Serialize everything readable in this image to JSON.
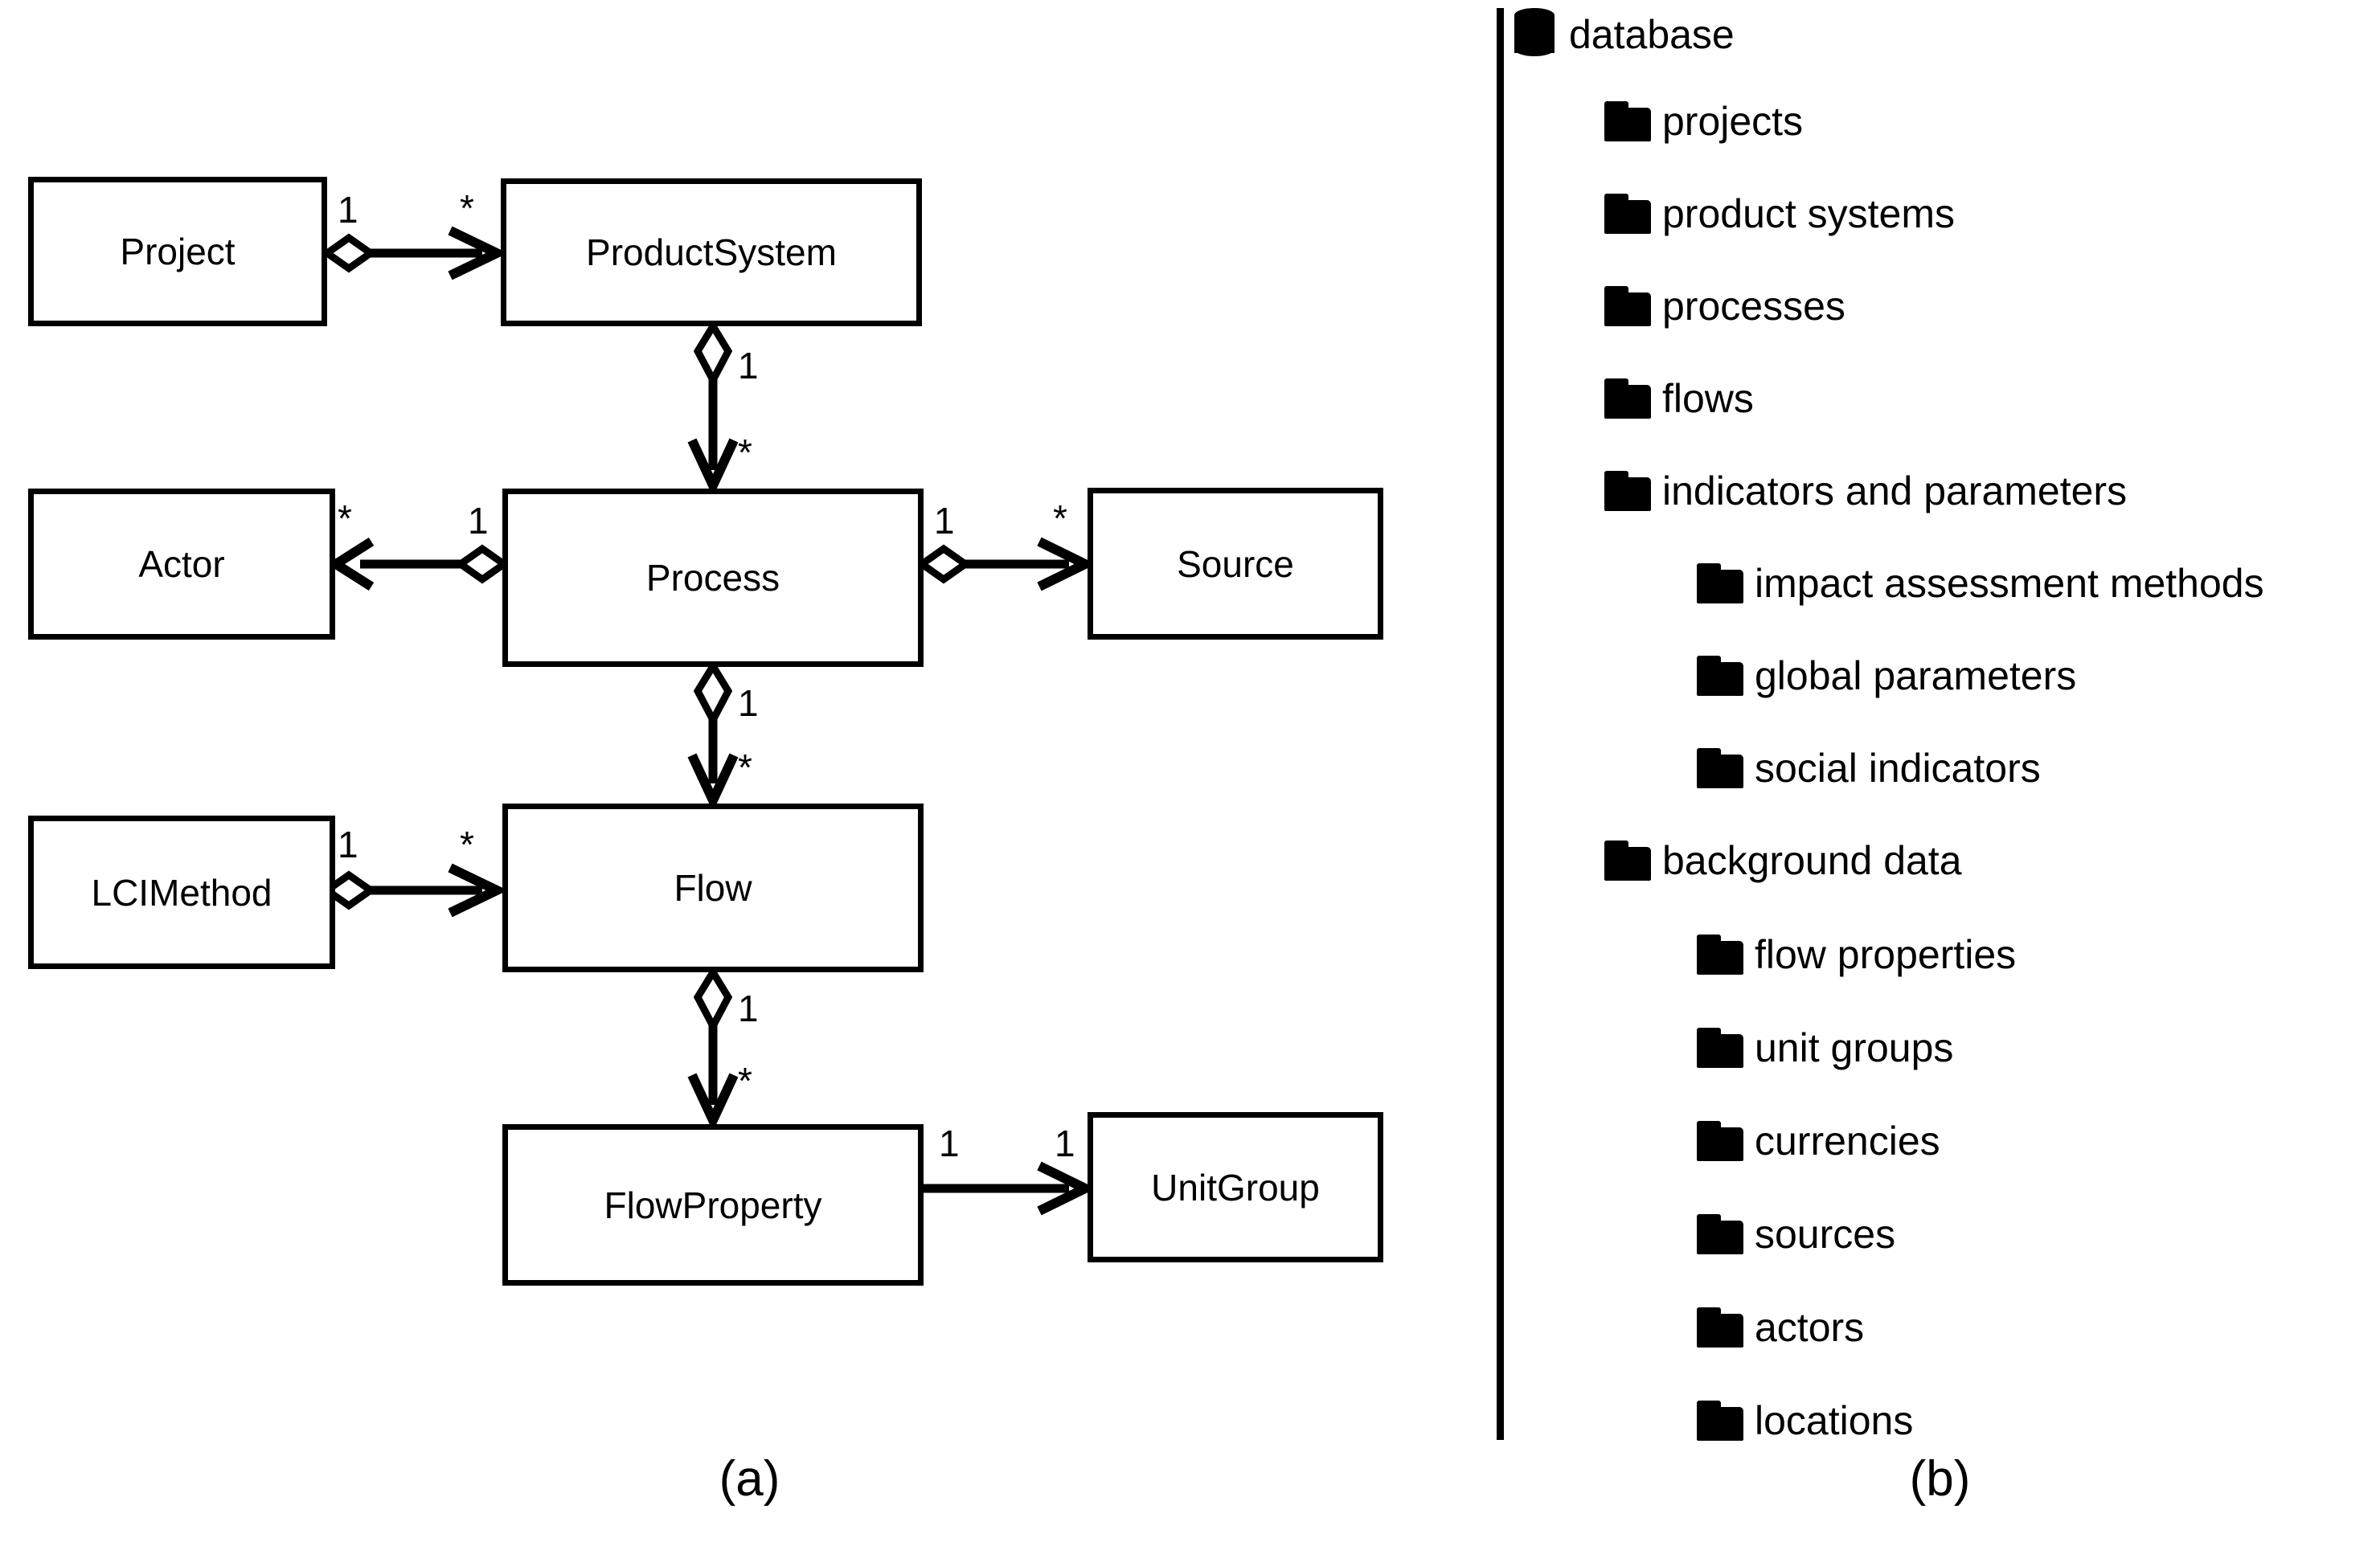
{
  "figure": {
    "caption_a": "(a)",
    "caption_b": "(b)"
  },
  "diagram": {
    "type": "uml-class-diagram",
    "classes": [
      {
        "id": "project",
        "label": "Project"
      },
      {
        "id": "productsystem",
        "label": "ProductSystem"
      },
      {
        "id": "actor",
        "label": "Actor"
      },
      {
        "id": "process",
        "label": "Process"
      },
      {
        "id": "source",
        "label": "Source"
      },
      {
        "id": "lcimethod",
        "label": "LCIMethod"
      },
      {
        "id": "flow",
        "label": "Flow"
      },
      {
        "id": "flowproperty",
        "label": "FlowProperty"
      },
      {
        "id": "unitgroup",
        "label": "UnitGroup"
      }
    ],
    "relations": [
      {
        "from": "project",
        "to": "productsystem",
        "kind": "aggregation",
        "from_mult": "1",
        "to_mult": "*"
      },
      {
        "from": "productsystem",
        "to": "process",
        "kind": "aggregation",
        "from_mult": "1",
        "to_mult": "*"
      },
      {
        "from": "process",
        "to": "actor",
        "kind": "aggregation",
        "from_mult": "1",
        "to_mult": "*"
      },
      {
        "from": "process",
        "to": "source",
        "kind": "aggregation",
        "from_mult": "1",
        "to_mult": "*"
      },
      {
        "from": "process",
        "to": "flow",
        "kind": "aggregation",
        "from_mult": "1",
        "to_mult": "*"
      },
      {
        "from": "lcimethod",
        "to": "flow",
        "kind": "aggregation",
        "from_mult": "1",
        "to_mult": "*"
      },
      {
        "from": "flow",
        "to": "flowproperty",
        "kind": "aggregation",
        "from_mult": "1",
        "to_mult": "*"
      },
      {
        "from": "flowproperty",
        "to": "unitgroup",
        "kind": "association",
        "from_mult": "1",
        "to_mult": "1"
      }
    ],
    "multiplicity_labels": {
      "project_one": "1",
      "productsystem_star": "*",
      "productsystem_one": "1",
      "process_top_star": "*",
      "actor_star": "*",
      "process_left_one": "1",
      "process_right_one": "1",
      "source_star": "*",
      "process_bottom_one": "1",
      "flow_top_star": "*",
      "lcimethod_one": "1",
      "flow_left_star": "*",
      "flow_bottom_one": "1",
      "flowproperty_top_star": "*",
      "flowproperty_right_one": "1",
      "unitgroup_left_one": "1"
    }
  },
  "tree": {
    "root": {
      "label": "database",
      "icon": "database-icon",
      "level": 0
    },
    "items": [
      {
        "label": "projects",
        "icon": "folder-icon",
        "level": 1
      },
      {
        "label": "product systems",
        "icon": "folder-icon",
        "level": 1
      },
      {
        "label": "processes",
        "icon": "folder-icon",
        "level": 1
      },
      {
        "label": "flows",
        "icon": "folder-icon",
        "level": 1
      },
      {
        "label": "indicators and parameters",
        "icon": "folder-icon",
        "level": 1
      },
      {
        "label": "impact assessment methods",
        "icon": "folder-icon",
        "level": 2
      },
      {
        "label": "global parameters",
        "icon": "folder-icon",
        "level": 2
      },
      {
        "label": "social indicators",
        "icon": "folder-icon",
        "level": 2
      },
      {
        "label": "background data",
        "icon": "folder-icon",
        "level": 1
      },
      {
        "label": "flow properties",
        "icon": "folder-icon",
        "level": 2
      },
      {
        "label": "unit groups",
        "icon": "folder-icon",
        "level": 2
      },
      {
        "label": "currencies",
        "icon": "folder-icon",
        "level": 2
      },
      {
        "label": "sources",
        "icon": "folder-icon",
        "level": 2
      },
      {
        "label": "actors",
        "icon": "folder-icon",
        "level": 2
      },
      {
        "label": "locations",
        "icon": "folder-icon",
        "level": 2
      }
    ]
  },
  "colors": {
    "stroke": "#000000",
    "background": "#ffffff"
  }
}
